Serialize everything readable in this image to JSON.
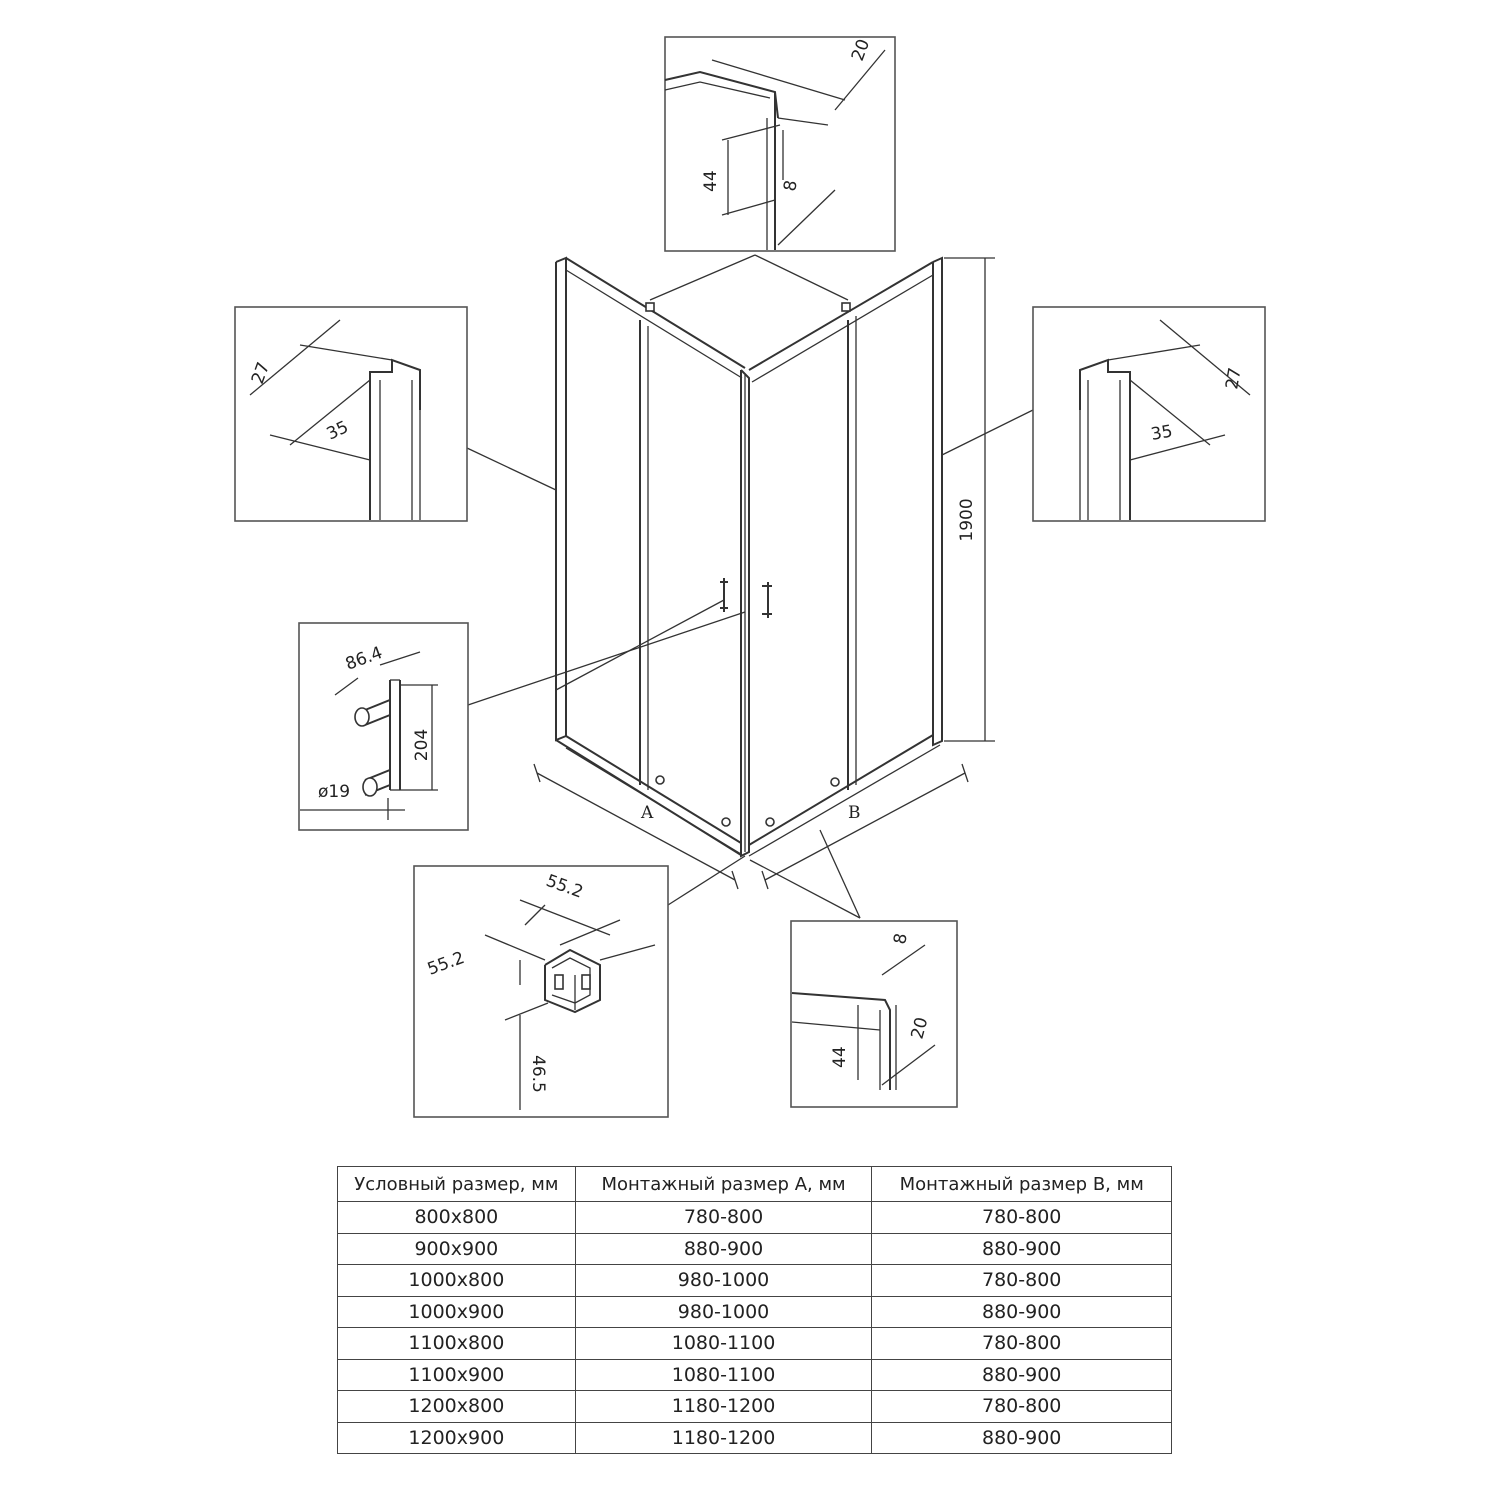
{
  "dimensions": {
    "top_detail": {
      "top": "20",
      "left": "44",
      "right": "8"
    },
    "left_profile": {
      "a": "27",
      "b": "35"
    },
    "right_profile": {
      "a": "27",
      "b": "35"
    },
    "height": "1900",
    "handle": {
      "offset": "86.4",
      "length": "204",
      "diameter": "ø19"
    },
    "corner": {
      "width1": "55.2",
      "width2": "55.2",
      "height": "46.5"
    },
    "bottom_detail": {
      "top": "8",
      "left": "44",
      "right": "20"
    },
    "side_a": "A",
    "side_b": "B"
  },
  "table": {
    "headers": [
      "Условный размер, мм",
      "Монтажный размер А, мм",
      "Монтажный размер B, мм"
    ],
    "rows": [
      [
        "800x800",
        "780-800",
        "780-800"
      ],
      [
        "900x900",
        "880-900",
        "880-900"
      ],
      [
        "1000x800",
        "980-1000",
        "780-800"
      ],
      [
        "1000x900",
        "980-1000",
        "880-900"
      ],
      [
        "1100x800",
        "1080-1100",
        "780-800"
      ],
      [
        "1100x900",
        "1080-1100",
        "880-900"
      ],
      [
        "1200x800",
        "1180-1200",
        "780-800"
      ],
      [
        "1200x900",
        "1180-1200",
        "880-900"
      ]
    ]
  }
}
